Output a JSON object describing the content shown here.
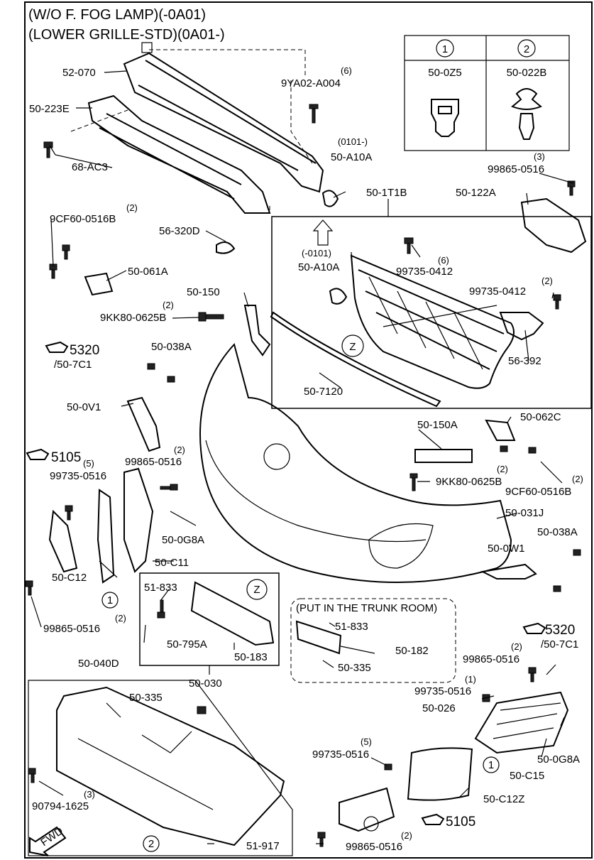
{
  "title": {
    "line1": "(W/O F. FOG LAMP)(-0A01)",
    "line2": "(LOWER GRILLE-STD)(0A01-)"
  },
  "legend": {
    "col1_header": "1",
    "col2_header": "2",
    "col1_part": "50-0Z5",
    "col2_part": "50-022B"
  },
  "labels": {
    "p52_070": "52-070",
    "p50_223E": "50-223E",
    "p68_AC3": "68-AC3",
    "q6_a": "(6)",
    "p9YA02": "9YA02-A004",
    "range_0101_a": "(0101-)",
    "p50_A10A_a": "50-A10A",
    "p50_1T1B": "50-1T1B",
    "q3_a": "(3)",
    "p99865_0516_a": "99865-0516",
    "p50_122A": "50-122A",
    "q2_a": "(2)",
    "p9CF60_a": "9CF60-0516B",
    "p56_320D": "56-320D",
    "p50_061A": "50-061A",
    "range_0101_b": "(-0101)",
    "p50_A10A_b": "50-A10A",
    "q6_b": "(6)",
    "p99735_0412_a": "99735-0412",
    "q2_b": "(2)",
    "p99735_0412_b": "99735-0412",
    "p50_150": "50-150",
    "q2_c": "(2)",
    "p9KK80_a": "9KK80-0625B",
    "ref_5320_a": "5320",
    "ref_50_7C1_a": "/50-7C1",
    "p50_038A_a": "50-038A",
    "callout_z_a": "Z",
    "p56_392": "56-392",
    "p50_7120": "50-7120",
    "p50_0V1": "50-0V1",
    "p50_062C": "50-062C",
    "p50_150A": "50-150A",
    "ref_5105_a": "5105",
    "q5_a": "(5)",
    "p99735_0516_a": "99735-0516",
    "q2_d": "(2)",
    "p99865_0516_b": "99865-0516",
    "q2_e": "(2)",
    "p9KK80_b": "9KK80-0625B",
    "q2_f": "(2)",
    "p9CF60_b": "9CF60-0516B",
    "p50_0G8A_a": "50-0G8A",
    "p50_031J": "50-031J",
    "p50_038A_b": "50-038A",
    "p50_C11": "50-C11",
    "p50_0W1": "50-0W1",
    "p50_C12": "50-C12",
    "circle1_a": "1",
    "p51_833_a": "51-833",
    "callout_z_b": "Z",
    "trunk_note": "(PUT IN THE TRUNK ROOM)",
    "q2_g": "(2)",
    "p99865_0516_c": "99865-0516",
    "p51_833_b": "51-833",
    "ref_5320_b": "5320",
    "ref_50_7C1_b": "/50-7C1",
    "p50_182": "50-182",
    "p50_795A": "50-795A",
    "p50_183": "50-183",
    "p50_335_a": "50-335",
    "p50_030": "50-030",
    "q2_h": "(2)",
    "p99865_0516_d": "99865-0516",
    "q1_a": "(1)",
    "p99735_0516_b": "99735-0516",
    "p50_026": "50-026",
    "p50_040D": "50-040D",
    "p50_335_b": "50-335",
    "p50_0G8A_b": "50-0G8A",
    "circle1_b": "1",
    "p50_C15": "50-C15",
    "q5_b": "(5)",
    "p99735_0516_c": "99735-0516",
    "p50_C12Z": "50-C12Z",
    "p90794": "90794-1625",
    "q3_b": "(3)",
    "ref_5105_b": "5105",
    "q2_i": "(2)",
    "p99865_0516_e": "99865-0516",
    "fwd": "FWD",
    "circle2": "2",
    "p51_917": "51-917"
  }
}
